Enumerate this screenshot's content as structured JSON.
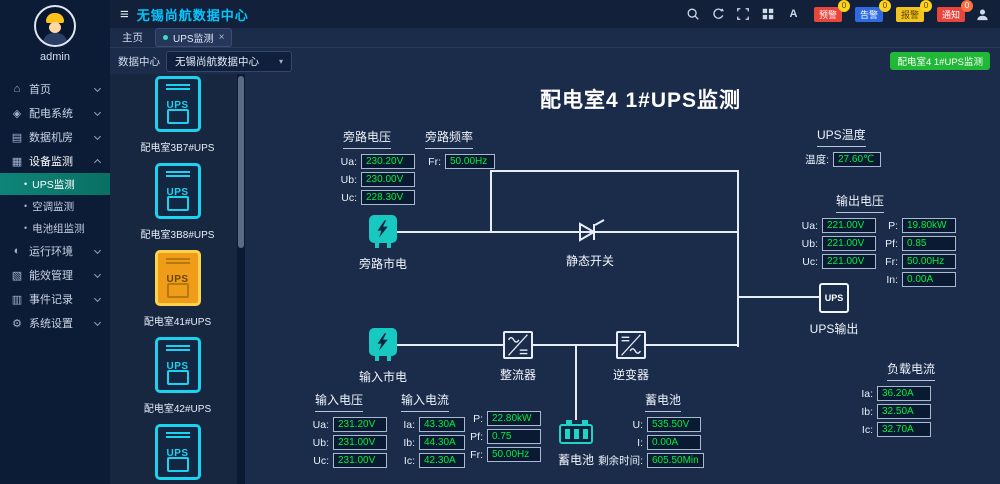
{
  "colors": {
    "accent_cyan": "#00c8ff",
    "value_green": "#00ef3c",
    "ups_icon_cyan": "#19d3f0",
    "selected_yellow": "#ef9d18",
    "teal_icon": "#17c9c0",
    "button_green": "#21b838",
    "badge_red": "#e8453c",
    "badge_blue": "#2f6be0",
    "badge_yellow": "#f3c421",
    "bg_main": "#1b2b4a",
    "bg_sidebar": "#0d1c36"
  },
  "topbar": {
    "menu_icon": "≡",
    "title": "无锡尚航数据中心",
    "font_icon": "A",
    "badges": [
      {
        "label": "预警",
        "count": "0"
      },
      {
        "label": "告警",
        "count": "0"
      },
      {
        "label": "报警",
        "count": "0"
      },
      {
        "label": "通知",
        "count": "0"
      }
    ]
  },
  "tabbar": {
    "home": "主页",
    "tab": "UPS监测",
    "close": "×"
  },
  "sidebar": {
    "username": "admin",
    "items": [
      {
        "label": "首页",
        "glyph": "⌂"
      },
      {
        "label": "配电系统",
        "glyph": "◈"
      },
      {
        "label": "数据机房",
        "glyph": "▤"
      },
      {
        "label": "设备监测",
        "glyph": "▦"
      },
      {
        "label": "运行环境",
        "glyph": "◐"
      },
      {
        "label": "能效管理",
        "glyph": "▧"
      },
      {
        "label": "事件记录",
        "glyph": "▥"
      },
      {
        "label": "系统设置",
        "glyph": "⚙"
      }
    ],
    "submenu": [
      {
        "label": "UPS监测"
      },
      {
        "label": "空调监测"
      },
      {
        "label": "电池组监测"
      }
    ]
  },
  "toolbar": {
    "datacenter_label": "数据中心",
    "datacenter_value": "无锡尚航数据中心",
    "caret": "▾",
    "monitor_button": "配电室4 1#UPS监测"
  },
  "ups_panel": {
    "icon_text": "UPS",
    "items": [
      {
        "label": "配电室3B7#UPS"
      },
      {
        "label": "配电室3B8#UPS"
      },
      {
        "label": "配电室41#UPS"
      },
      {
        "label": "配电室42#UPS"
      },
      {
        "label": ""
      }
    ]
  },
  "diagram": {
    "title": "配电室4  1#UPS监测",
    "bypass_voltage": {
      "label": "旁路电压",
      "rows": [
        {
          "l": "Ua:",
          "v": "230.20V"
        },
        {
          "l": "Ub:",
          "v": "230.00V"
        },
        {
          "l": "Uc:",
          "v": "228.30V"
        }
      ]
    },
    "bypass_freq": {
      "label": "旁路频率",
      "rows": [
        {
          "l": "Fr:",
          "v": "50.00Hz"
        }
      ]
    },
    "ups_temp": {
      "label": "UPS温度",
      "rows": [
        {
          "l": "温度:",
          "v": "27.60℃"
        }
      ]
    },
    "output_voltage": {
      "label": "输出电压",
      "rows": [
        {
          "l": "Ua:",
          "v": "221.00V"
        },
        {
          "l": "Ub:",
          "v": "221.00V"
        },
        {
          "l": "Uc:",
          "v": "221.00V"
        }
      ],
      "rows2": [
        {
          "l": "P:",
          "v": "19.80kW"
        },
        {
          "l": "Pf:",
          "v": "0.85"
        },
        {
          "l": "Fr:",
          "v": "50.00Hz"
        },
        {
          "l": "In:",
          "v": "0.00A"
        }
      ]
    },
    "input_voltage": {
      "label": "输入电压",
      "rows": [
        {
          "l": "Ua:",
          "v": "231.20V"
        },
        {
          "l": "Ub:",
          "v": "231.00V"
        },
        {
          "l": "Uc:",
          "v": "231.00V"
        }
      ]
    },
    "input_current": {
      "label": "输入电流",
      "rows": [
        {
          "l": "Ia:",
          "v": "43.30A"
        },
        {
          "l": "Ib:",
          "v": "44.30A"
        },
        {
          "l": "Ic:",
          "v": "42.30A"
        }
      ]
    },
    "input_power": {
      "rows": [
        {
          "l": "P:",
          "v": "22.80kW"
        },
        {
          "l": "Pf:",
          "v": "0.75"
        },
        {
          "l": "Fr:",
          "v": "50.00Hz"
        }
      ]
    },
    "battery_data": {
      "label": "蓄电池",
      "rows": [
        {
          "l": "U:",
          "v": "535.50V"
        },
        {
          "l": "I:",
          "v": "0.00A"
        },
        {
          "l": "剩余时间:",
          "v": "605.50Min"
        }
      ]
    },
    "load_current": {
      "label": "负载电流",
      "rows": [
        {
          "l": "Ia:",
          "v": "36.20A"
        },
        {
          "l": "Ib:",
          "v": "32.50A"
        },
        {
          "l": "Ic:",
          "v": "32.70A"
        }
      ]
    },
    "nodes": {
      "bypass_mains": "旁路市电",
      "static_switch": "静态开关",
      "ups_output": "UPS输出",
      "ups_box": "UPS",
      "input_mains": "输入市电",
      "rectifier": "整流器",
      "inverter": "逆变器",
      "battery": "蓄电池"
    }
  }
}
